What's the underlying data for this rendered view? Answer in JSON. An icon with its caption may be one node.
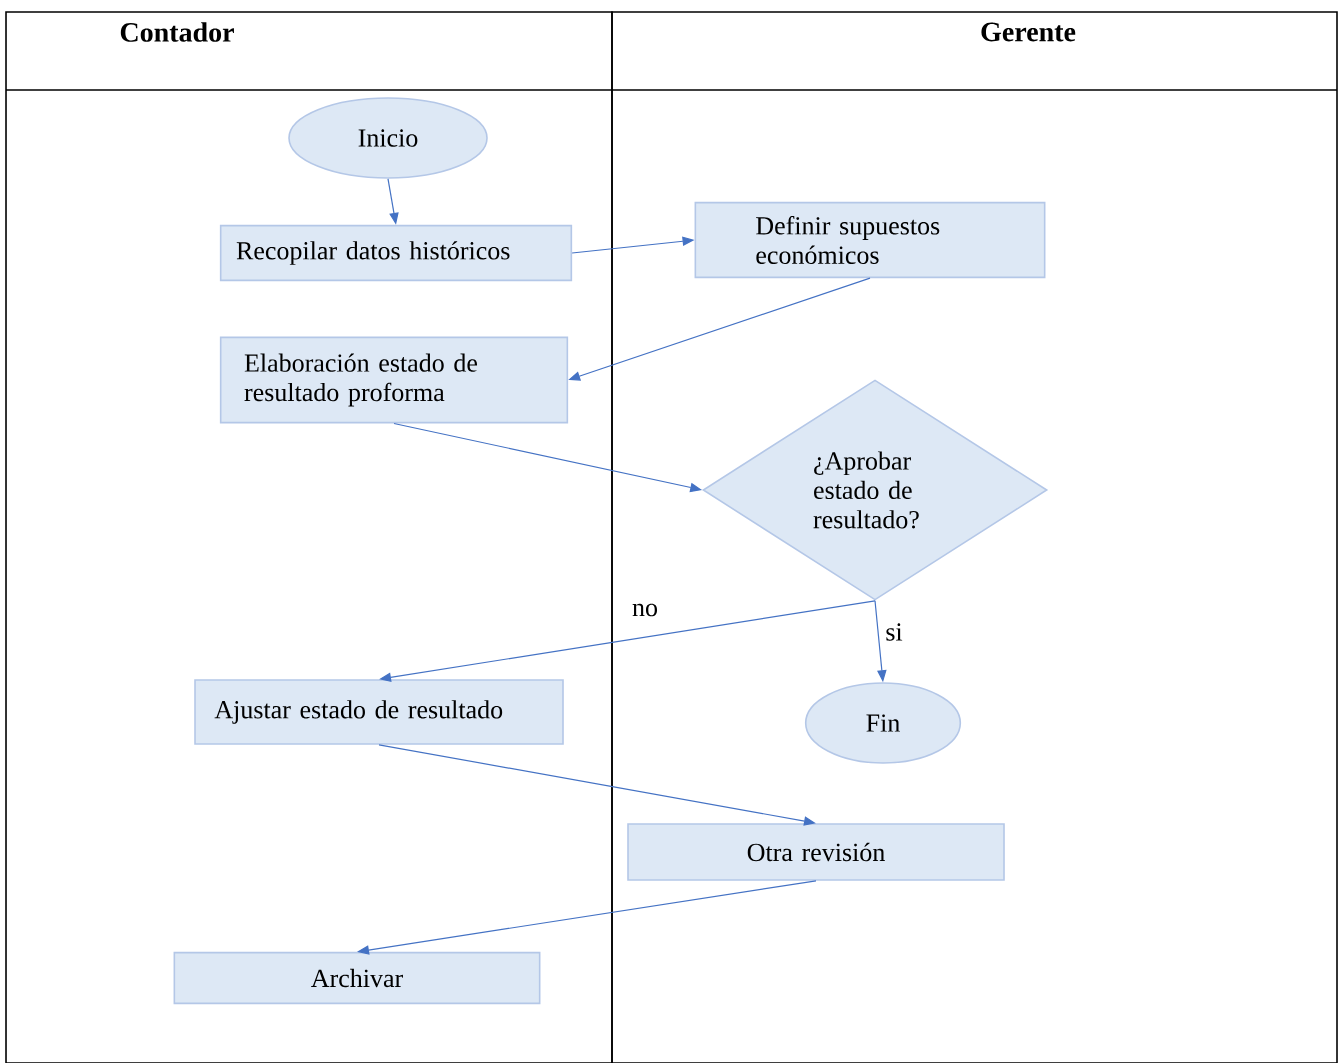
{
  "diagram": {
    "nodes": [
      {
        "text": [
          "Contador"
        ]
      },
      {
        "text": [
          "Gerente"
        ]
      },
      {
        "text": [
          "Inicio"
        ],
        "in": 0
      },
      {
        "text": [
          "Recopilar datos históricos"
        ],
        "in": 0
      },
      {
        "text": [
          "Definir supuestos económicos"
        ],
        "in": 1
      },
      {
        "text": [
          "Elaboración estado de resultado proforma"
        ],
        "in": 0
      },
      {
        "text": [
          "¿Aprobar estado de resultado?"
        ],
        "in": 1
      },
      {
        "text": [
          "Ajustar estado de resultado"
        ],
        "in": 0
      },
      {
        "text": [
          "Fin"
        ],
        "in": 1
      },
      {
        "text": [
          "Otra revisión"
        ],
        "in": 1
      },
      {
        "text": [
          "Archivar"
        ],
        "in": 0
      }
    ],
    "edges": [
      {
        "from": 2,
        "to": 3,
        "arrow": "to"
      },
      {
        "from": 3,
        "to": 4,
        "arrow": "to"
      },
      {
        "from": 4,
        "to": 5,
        "arrow": "to"
      },
      {
        "from": 5,
        "to": 6,
        "arrow": "to"
      },
      {
        "from": 6,
        "to": 7,
        "arrow": "to",
        "label": "no"
      },
      {
        "from": 6,
        "to": 8,
        "arrow": "to",
        "label": "si"
      },
      {
        "from": 7,
        "to": 9,
        "arrow": "to"
      },
      {
        "from": 9,
        "to": 10,
        "arrow": "to"
      }
    ]
  }
}
